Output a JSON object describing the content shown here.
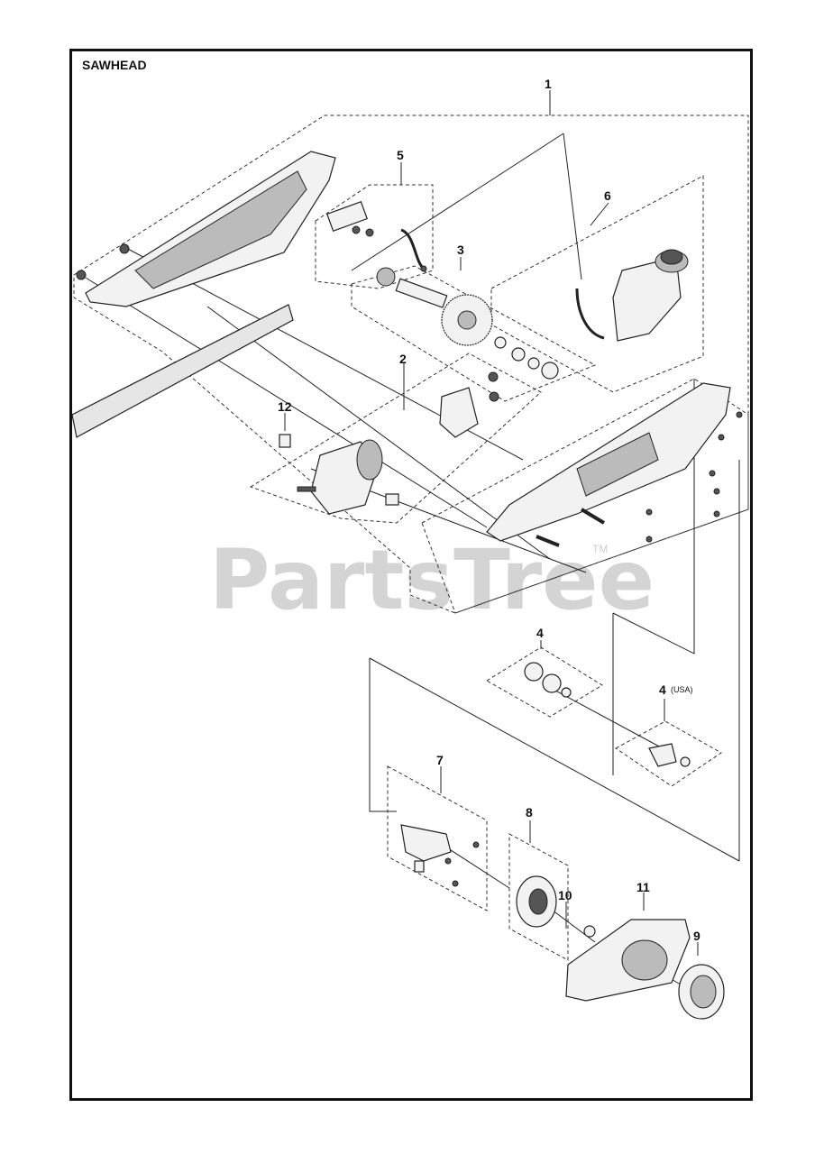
{
  "title": "SAWHEAD",
  "watermark": {
    "text": "PartsTree",
    "tm": "TM"
  },
  "callouts": [
    {
      "id": "1",
      "label": "1"
    },
    {
      "id": "5",
      "label": "5"
    },
    {
      "id": "6",
      "label": "6"
    },
    {
      "id": "3",
      "label": "3"
    },
    {
      "id": "2",
      "label": "2"
    },
    {
      "id": "12",
      "label": "12"
    },
    {
      "id": "4",
      "label": "4"
    },
    {
      "id": "4usa",
      "label": "4",
      "sub": "(USA)"
    },
    {
      "id": "7",
      "label": "7"
    },
    {
      "id": "8",
      "label": "8"
    },
    {
      "id": "10",
      "label": "10"
    },
    {
      "id": "11",
      "label": "11"
    },
    {
      "id": "9",
      "label": "9"
    }
  ]
}
